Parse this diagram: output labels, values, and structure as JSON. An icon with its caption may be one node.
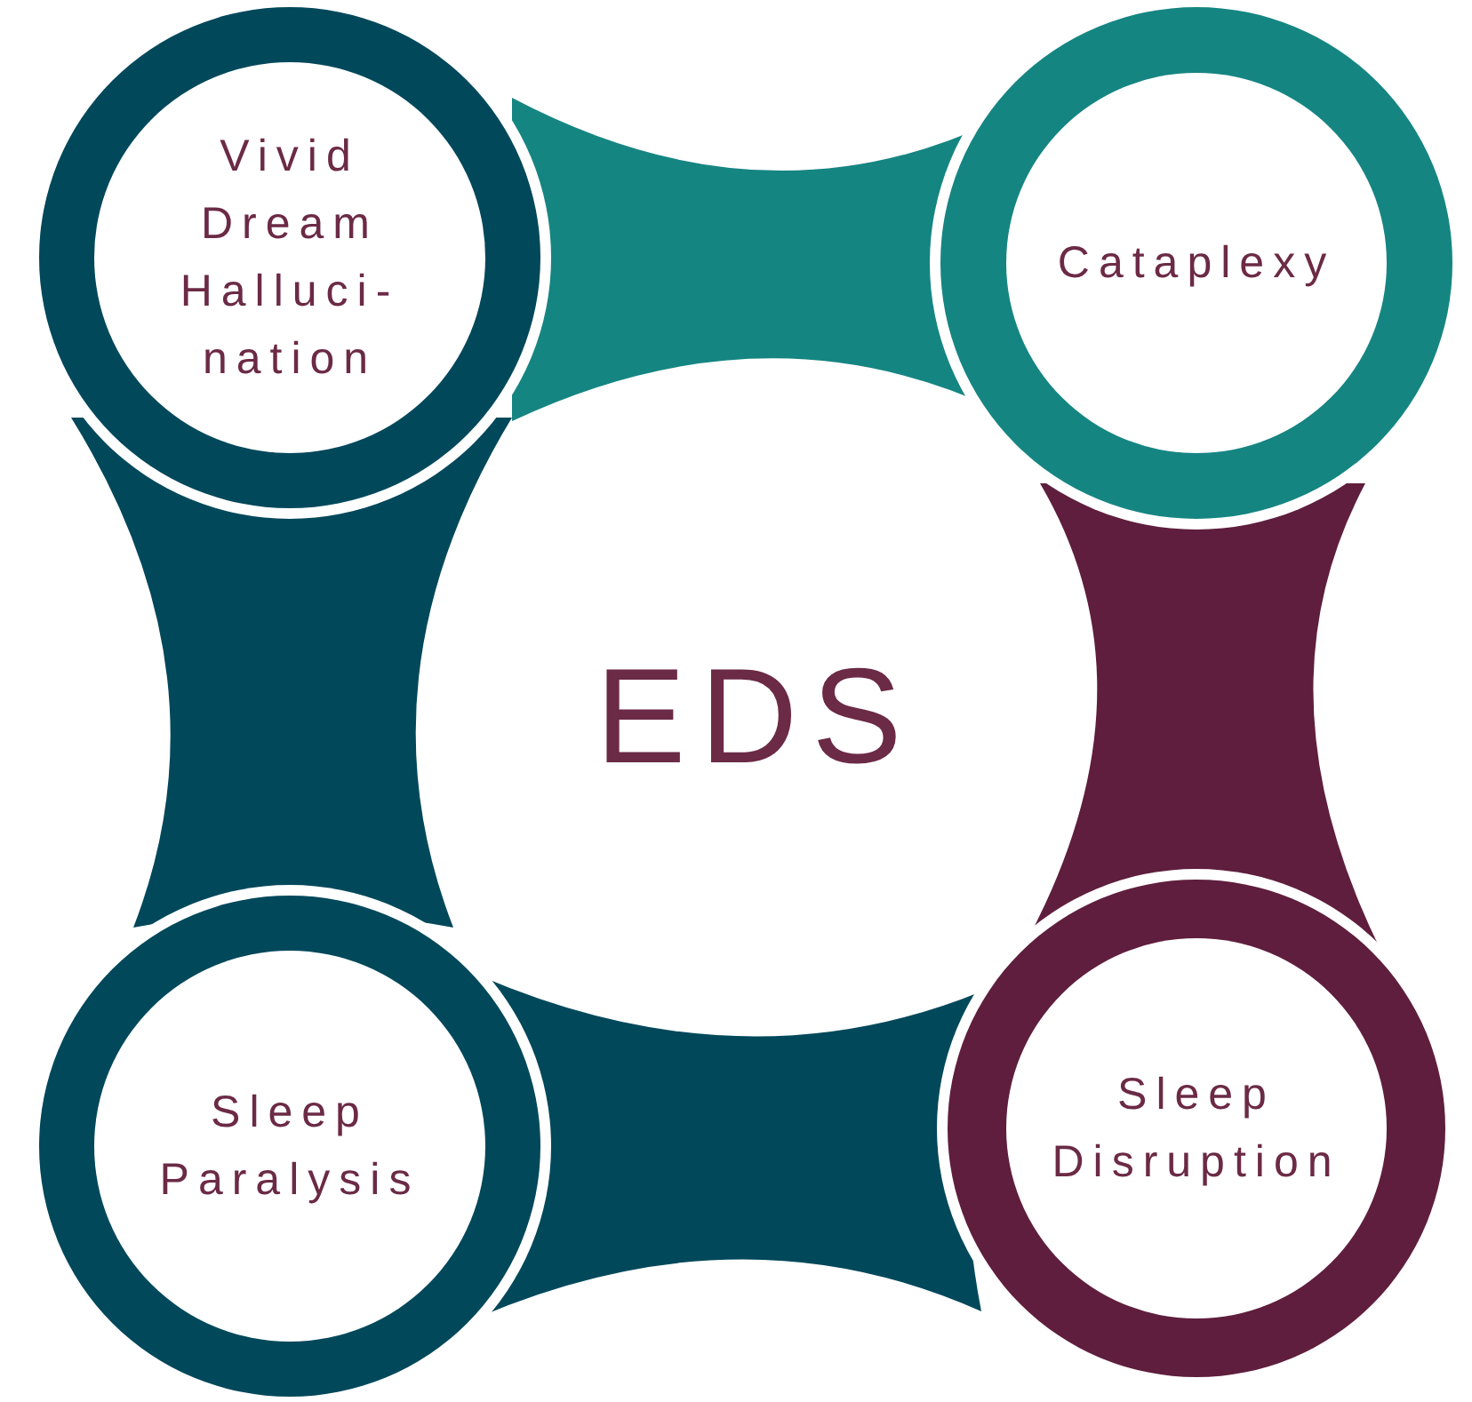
{
  "diagram": {
    "nodes": [
      {
        "text": [
          "Vivid Dream Halluci-nation"
        ]
      },
      {
        "text": [
          "Cataplexy"
        ]
      },
      {
        "text": [
          "Sleep Paralysis"
        ]
      },
      {
        "text": [
          "Sleep Disruption"
        ]
      }
    ],
    "labels": [
      "EDS"
    ]
  }
}
